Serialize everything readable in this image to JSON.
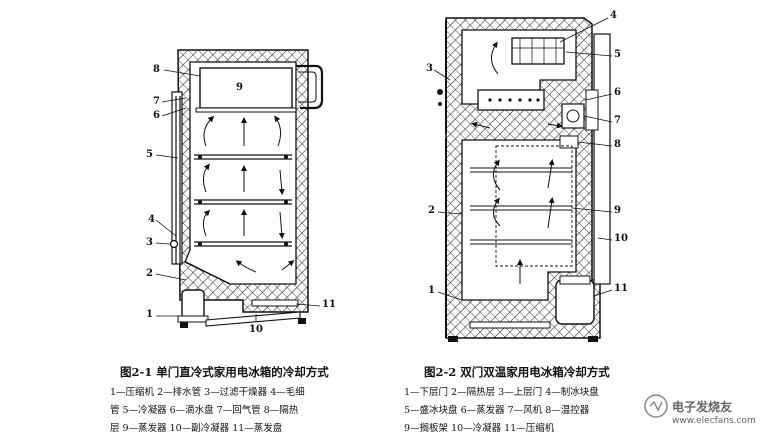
{
  "figure_left": {
    "caption": "图2-1    单门直冷式家用电冰箱的冷却方式",
    "legend": [
      "1—压缩机  2—排水管  3—过滤干燥器  4—毛细",
      "管  5—冷凝器  6—滴水盘  7—回气管  8—隔热",
      "层  9—蒸发器  10—副冷凝器  11—蒸发盘"
    ],
    "labels": [
      "1",
      "2",
      "3",
      "4",
      "5",
      "6",
      "7",
      "8",
      "9",
      "10",
      "11"
    ]
  },
  "figure_right": {
    "caption": "图2-2  双门双温家用电冰箱冷却方式",
    "legend": [
      "1—下层门  2—隔热层  3—上层门  4—制冰块盘",
      "5—盛冰块盘  6—蒸发器  7—风机  8—温控器",
      "9—搁板架  10—冷凝器  11—压缩机"
    ],
    "labels": [
      "1",
      "2",
      "3",
      "4",
      "5",
      "6",
      "7",
      "8",
      "9",
      "10",
      "11"
    ]
  },
  "watermark": {
    "text": "电子发烧友",
    "url_text": "www.elecfans.com"
  }
}
